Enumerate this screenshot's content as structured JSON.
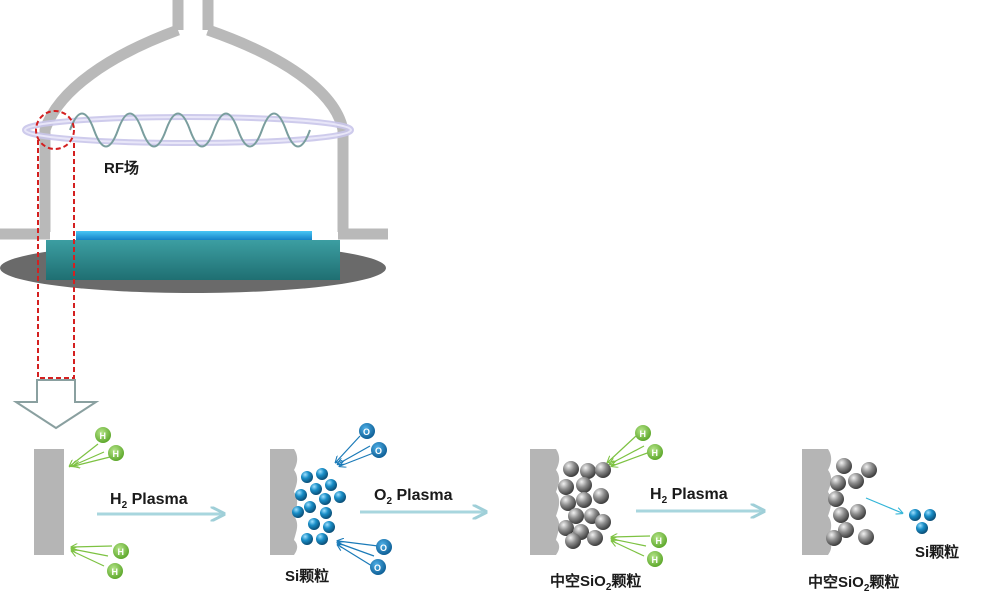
{
  "labels": {
    "rf_field": "RF场",
    "plasma1_element": "H",
    "plasma1_sub": "2",
    "plasma1_word": " Plasma",
    "plasma2_element": "O",
    "plasma2_sub": "2",
    "plasma2_word": " Plasma",
    "plasma3_element": "H",
    "plasma3_sub": "2",
    "plasma3_word": " Plasma",
    "si_particles_1": "Si颗粒",
    "hollow_prefix_1": "中空SiO",
    "hollow_sub_1": "2",
    "hollow_suffix_1": "颗粒",
    "hollow_prefix_2": "中空SiO",
    "hollow_sub_2": "2",
    "hollow_suffix_2": "颗粒",
    "si_particles_2": "Si颗粒",
    "atom_h": "H",
    "atom_o": "O"
  },
  "colors": {
    "chamber": "#b9b9b9",
    "coil": "#c8c5e6",
    "wave": "#7a9e9e",
    "highlight": "#d42020",
    "stage_top": "#1ea0e0",
    "stage_body": "#2e8a8e",
    "stage_base": "#6a6a6a",
    "flow_arrow": "#a8d6de",
    "hydrogen": "#7dc242",
    "oxygen": "#1a7ab8",
    "si_particle": "#1a8fc8",
    "sio2_particle": "#8a8a8a",
    "substrate": "#b5b5b5"
  },
  "icons": {
    "down_arrow": "hollow-down-arrow-icon"
  }
}
